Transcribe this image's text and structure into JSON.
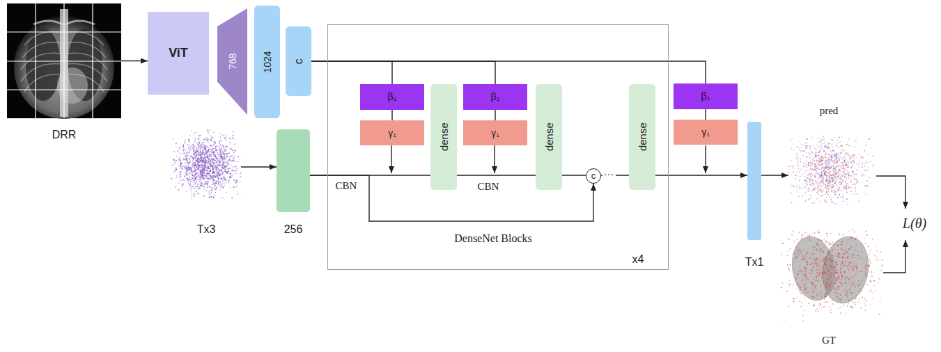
{
  "diagram": {
    "nodes": [
      {
        "text": [
          "DRR"
        ]
      },
      {
        "text": [
          "ViT"
        ]
      },
      {
        "text": [
          "768"
        ]
      },
      {
        "text": [
          "1024"
        ]
      },
      {
        "text": [
          "c"
        ]
      },
      {
        "text": [
          "Tx3"
        ]
      },
      {
        "text": [
          "256"
        ]
      },
      {
        "text": [
          "DenseNet Blocks",
          "x4"
        ]
      },
      {
        "text": [
          "β₁"
        ],
        "in": 7
      },
      {
        "text": [
          "γ₁"
        ],
        "in": 7
      },
      {
        "text": [
          "dense"
        ],
        "in": 7
      },
      {
        "text": [
          "β₁"
        ],
        "in": 7
      },
      {
        "text": [
          "γ₁"
        ],
        "in": 7
      },
      {
        "text": [
          "dense"
        ],
        "in": 7
      },
      {
        "text": [
          "c"
        ],
        "in": 7
      },
      {
        "text": [
          "dense"
        ],
        "in": 7
      },
      {
        "text": [
          "β₁"
        ]
      },
      {
        "text": [
          "γ₁"
        ]
      },
      {
        "text": [
          "Tx1"
        ]
      },
      {
        "text": [
          "pred"
        ]
      },
      {
        "text": [
          "GT"
        ]
      }
    ],
    "edges": [
      {
        "from": 0,
        "to": 1,
        "arrow": "to"
      },
      {
        "from": 4,
        "to": 8,
        "arrow": "none"
      },
      {
        "from": 4,
        "to": 11,
        "arrow": "none"
      },
      {
        "from": 4,
        "to": 16,
        "arrow": "none"
      },
      {
        "from": 8,
        "to": 9,
        "arrow": "none"
      },
      {
        "from": 11,
        "to": 12,
        "arrow": "none"
      },
      {
        "from": 16,
        "to": 17,
        "arrow": "none"
      },
      {
        "from": 5,
        "to": 6,
        "arrow": "to"
      },
      {
        "from": 6,
        "to": 10,
        "arrow": "none"
      },
      {
        "from": 10,
        "to": 13,
        "arrow": "none"
      },
      {
        "from": 13,
        "to": 14,
        "arrow": "none"
      },
      {
        "from": 6,
        "to": 14,
        "arrow": "to"
      },
      {
        "from": 14,
        "to": 15,
        "arrow": "none"
      },
      {
        "from": 15,
        "to": 18,
        "arrow": "to"
      },
      {
        "from": 18,
        "to": 19,
        "arrow": "to"
      }
    ],
    "labels": [
      "CBN",
      "CBN",
      "···",
      "L(θ)"
    ]
  }
}
